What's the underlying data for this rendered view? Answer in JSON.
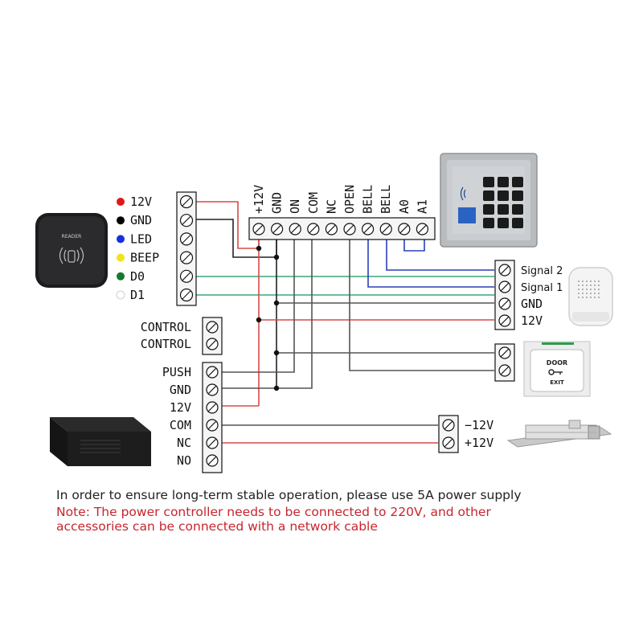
{
  "reader": {
    "logo": "READER",
    "wires": [
      {
        "label": "12V",
        "color": "#e01818"
      },
      {
        "label": "GND",
        "color": "#000000"
      },
      {
        "label": "LED",
        "color": "#1730d8"
      },
      {
        "label": "BEEP",
        "color": "#f2e318"
      },
      {
        "label": "D0",
        "color": "#157a2a"
      },
      {
        "label": "D1",
        "color": "#ffffff"
      }
    ]
  },
  "controller_top": {
    "pins": [
      "+12V",
      "GND",
      "ON",
      "COM",
      "NC",
      "OPEN",
      "BELL",
      "BELL",
      "A0",
      "A1"
    ]
  },
  "controller_left": {
    "control": [
      "CONTROL",
      "CONTROL"
    ],
    "power": [
      "PUSH",
      "GND",
      "12V",
      "COM",
      "NC",
      "NO"
    ]
  },
  "doorbell": {
    "terminals": [
      "Signal 2",
      "Signal 1",
      "GND",
      "12V"
    ]
  },
  "exit_button": {
    "line1": "DOOR",
    "line2": "EXIT"
  },
  "lock": {
    "terminals": [
      "−12V",
      "+12V"
    ]
  },
  "wire_colors": {
    "red": "#d94a4a",
    "black": "#222222",
    "green": "#3aa676",
    "blue": "#2b3fb8",
    "gray": "#555555"
  },
  "notes": {
    "line1": "In order to ensure long-term stable operation, please use 5A power supply",
    "line2": "Note: The power controller needs to be connected to 220V, and other",
    "line3": "accessories can be connected with a network cable"
  }
}
